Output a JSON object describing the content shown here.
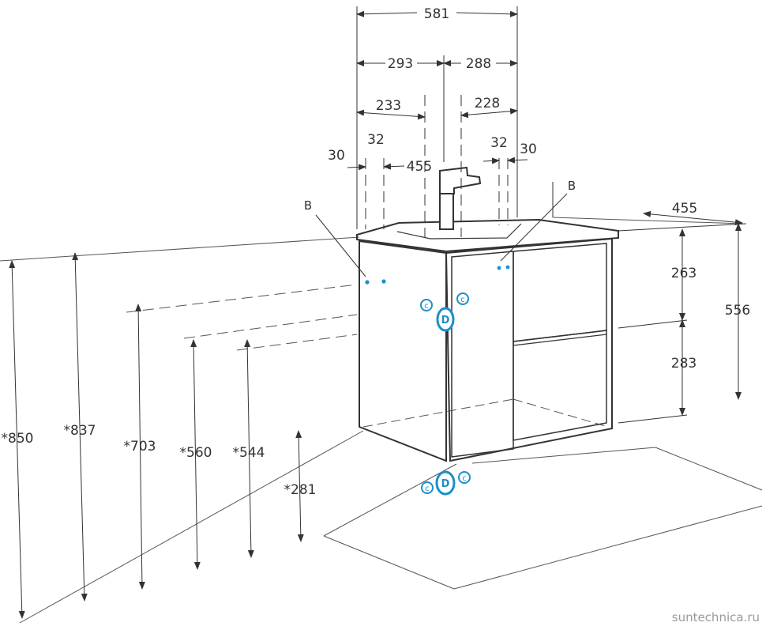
{
  "dimensions": {
    "top": {
      "total_width": "581",
      "left_half": "293",
      "right_half": "288",
      "left_offset": "233",
      "right_offset": "228",
      "left_small": "32",
      "right_small": "32",
      "left_edge": "30",
      "right_edge": "30",
      "inner": "455"
    },
    "right": {
      "depth": "455",
      "upper": "263",
      "lower": "283",
      "height": "556"
    },
    "heights": {
      "h850": "*850",
      "h837": "*837",
      "h703": "*703",
      "h560": "*560",
      "h544": "*544",
      "h281": "*281"
    }
  },
  "labels": {
    "b_left": "B",
    "b_right": "B",
    "d_marker": "D",
    "c_marker": "c"
  },
  "colors": {
    "line": "#333333",
    "marker": "#1c8fc9"
  },
  "watermark": "suntechnica.ru"
}
